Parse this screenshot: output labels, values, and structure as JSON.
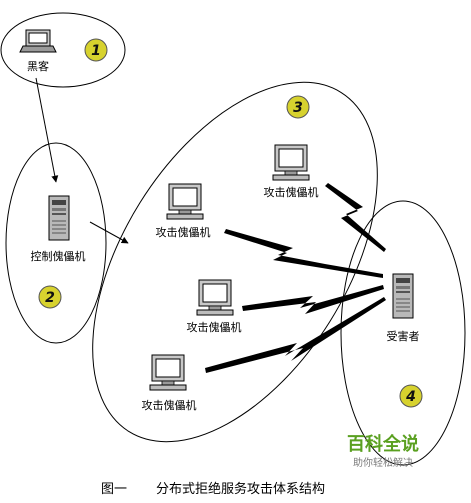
{
  "nodes": {
    "hacker": {
      "label": "黑客",
      "number": "1"
    },
    "control": {
      "label": "控制傀儡机",
      "number": "2"
    },
    "zombie_top": {
      "label": "攻击傀儡机"
    },
    "zombie_left": {
      "label": "攻击傀儡机"
    },
    "zombie_mid": {
      "label": "攻击傀儡机"
    },
    "zombie_bottom": {
      "label": "攻击傀儡机"
    },
    "zombie_group": {
      "number": "3"
    },
    "victim": {
      "label": "受害者",
      "number": "4"
    }
  },
  "caption": {
    "figure": "图一",
    "title": "分布式拒绝服务攻击体系结构"
  },
  "watermark": {
    "main": "百科全说",
    "sub": "助你轻松解决"
  },
  "colors": {
    "badge": "#d7d22e",
    "attack": "#000000",
    "watermark_green": "#5aa020"
  }
}
